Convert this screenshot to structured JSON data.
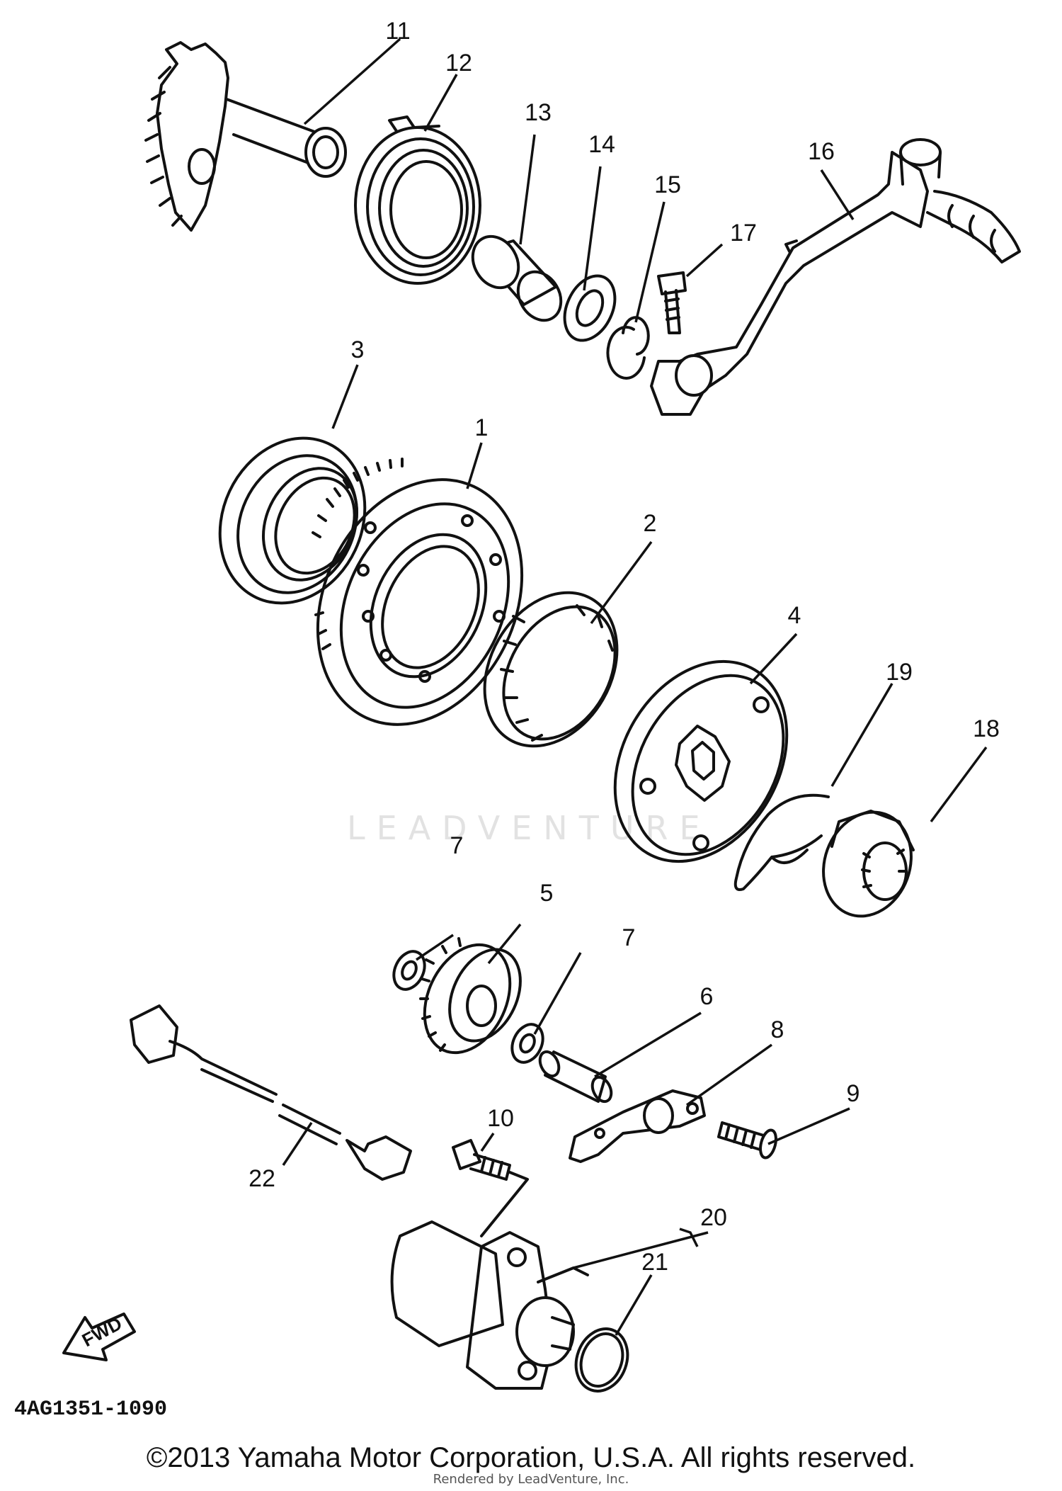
{
  "callouts": [
    "1",
    "2",
    "3",
    "4",
    "5",
    "6",
    "7",
    "7",
    "8",
    "9",
    "10",
    "11",
    "12",
    "13",
    "14",
    "15",
    "16",
    "17",
    "18",
    "19",
    "20",
    "21",
    "22"
  ],
  "fwd_label": "FWD",
  "diagram_code": "4AG1351-1090",
  "watermark": "LEADVENTURE",
  "copyright": "©2013 Yamaha Motor Corporation, U.S.A. All rights reserved.",
  "rendered_by": "Rendered by LeadVenture, Inc."
}
